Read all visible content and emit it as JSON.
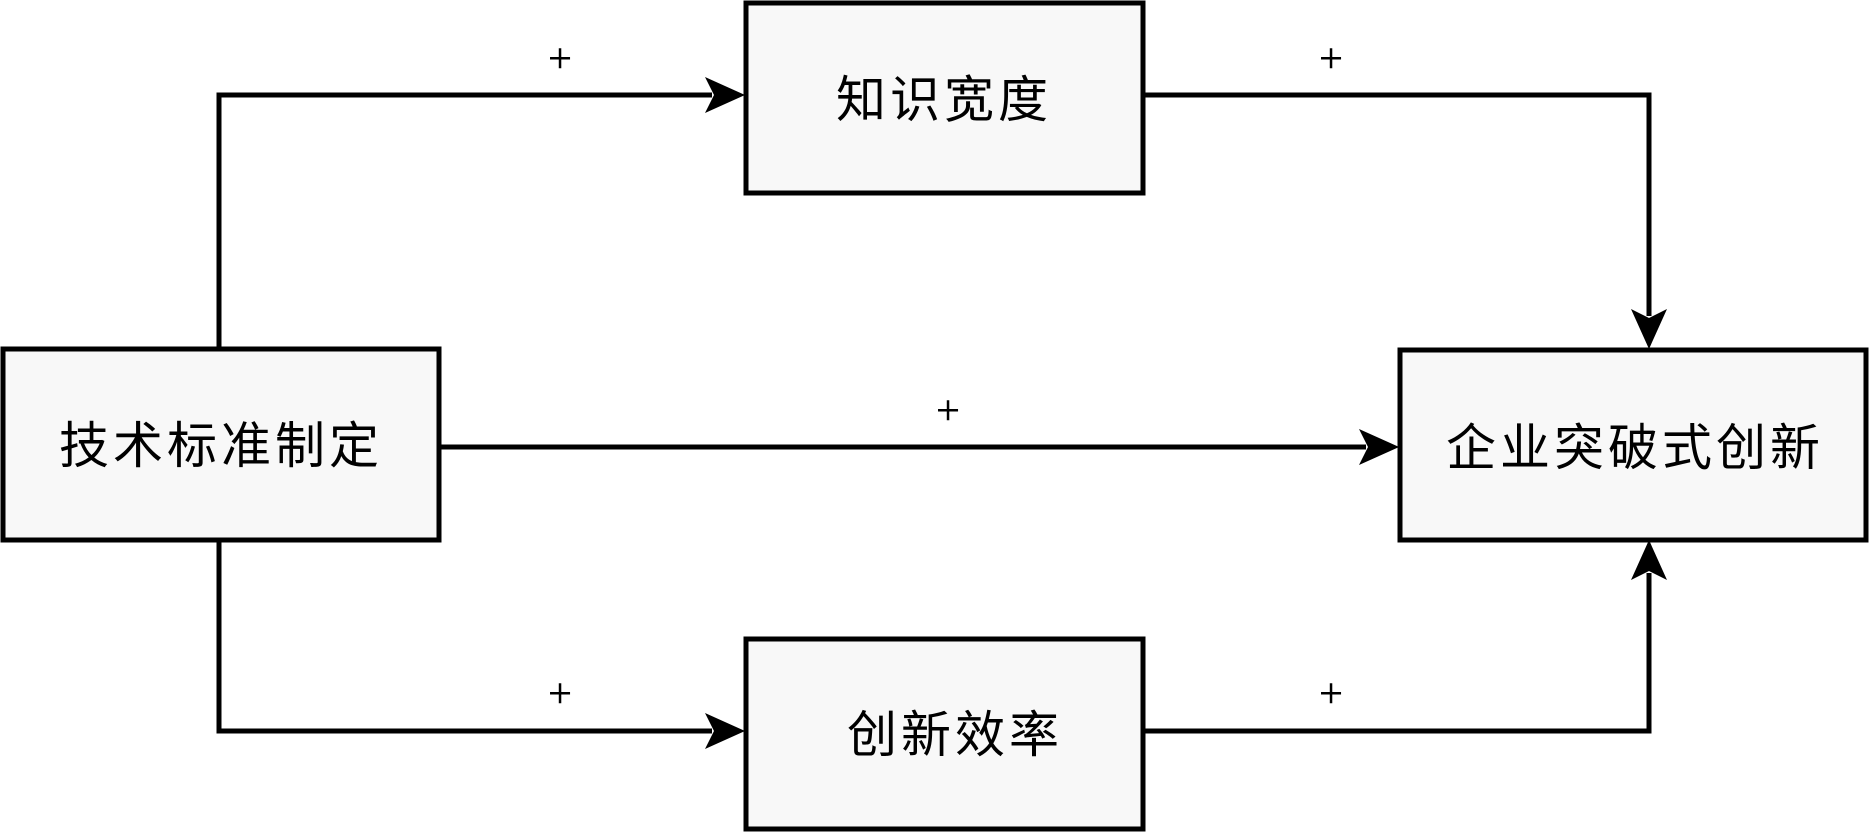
{
  "nodes": {
    "standard": "技术标准制定",
    "breadth": "知识宽度",
    "efficiency": "创新效率",
    "innovation": "企业突破式创新"
  },
  "edges": {
    "standard_breadth": "+",
    "breadth_innovation": "+",
    "standard_innovation": "+",
    "standard_efficiency": "+",
    "efficiency_innovation": "+"
  }
}
